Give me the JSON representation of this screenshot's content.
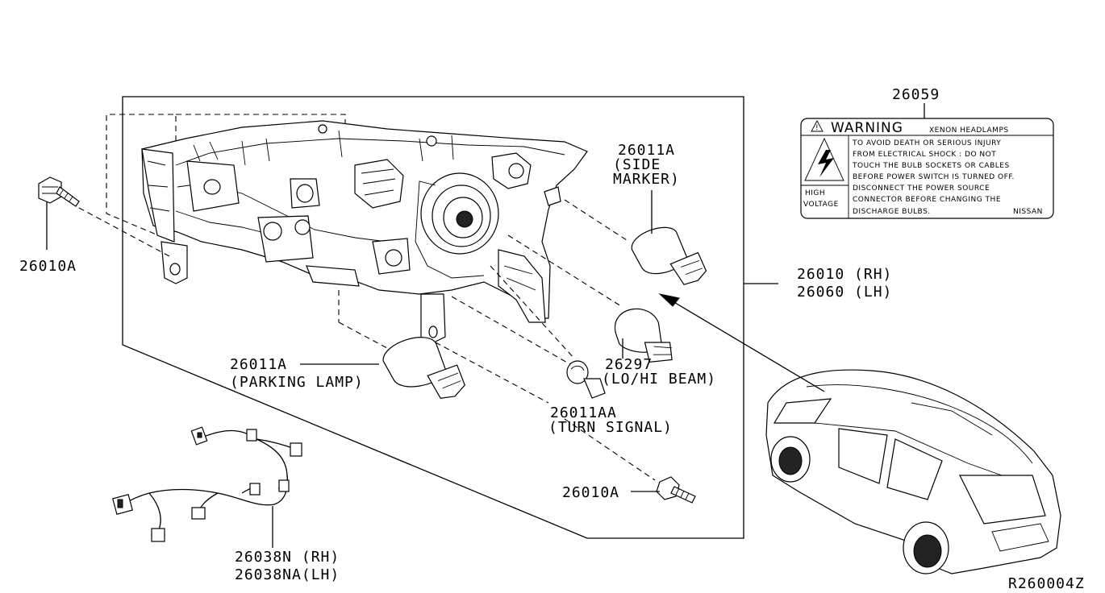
{
  "labels": {
    "bolt_top": "26010A",
    "bolt_bottom": "26010A",
    "side_marker_part": "26011A",
    "side_marker_desc1": "(SIDE",
    "side_marker_desc2": "MARKER)",
    "parking_part": "26011A",
    "parking_desc": "(PARKING LAMP)",
    "beam_part": "26297",
    "beam_desc": "(LO/HI BEAM)",
    "turn_part": "26011AA",
    "turn_desc": "(TURN SIGNAL)",
    "assy_rh": "26010 (RH)",
    "assy_lh": "26060 (LH)",
    "harness_rh": "26038N  (RH)",
    "harness_lh": "26038NA(LH)",
    "warning_part": "26059",
    "figure_code": "R260004Z"
  },
  "warning_label": {
    "title": "WARNING",
    "subtitle": "XENON HEADLAMPS",
    "lines": [
      "TO AVOID DEATH OR SERIOUS INJURY",
      "FROM ELECTRICAL SHOCK : DO NOT",
      "TOUCH THE BULB SOCKETS OR CABLES",
      "BEFORE POWER SWITCH IS TURNED OFF.",
      "DISCONNECT THE POWER SOURCE",
      "CONNECTOR BEFORE CHANGING THE",
      "DISCHARGE BULBS."
    ],
    "brand": "NISSAN",
    "high": "HIGH",
    "voltage": "VOLTAGE"
  },
  "icons": {
    "lightning": "high-voltage-icon",
    "triangle": "warning-triangle-icon"
  }
}
